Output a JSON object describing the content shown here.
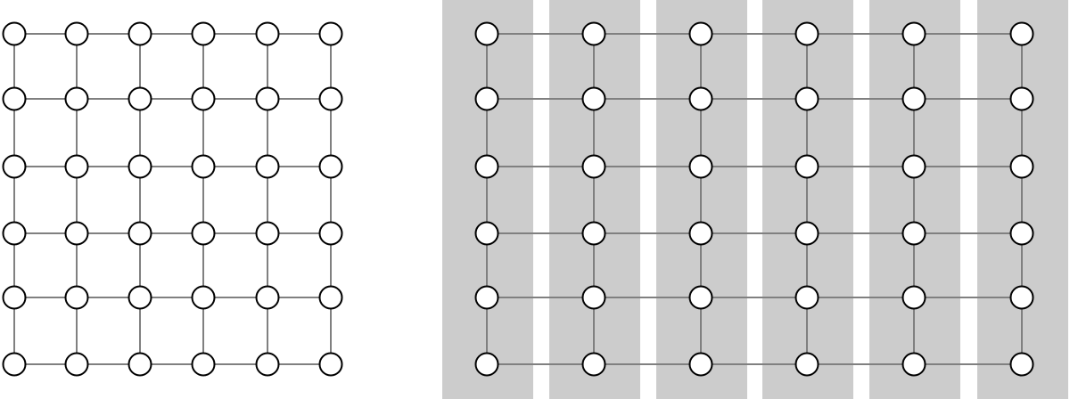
{
  "diagram": {
    "left_grid": {
      "rows": 6,
      "cols": 6,
      "partitioned": false
    },
    "right_grid": {
      "rows": 6,
      "cols": 6,
      "partitioned": true,
      "partition": "columns"
    },
    "colors": {
      "edge": "#808080",
      "node_fill": "#ffffff",
      "node_stroke": "#000000",
      "partition_fill": "#cccccc"
    }
  }
}
